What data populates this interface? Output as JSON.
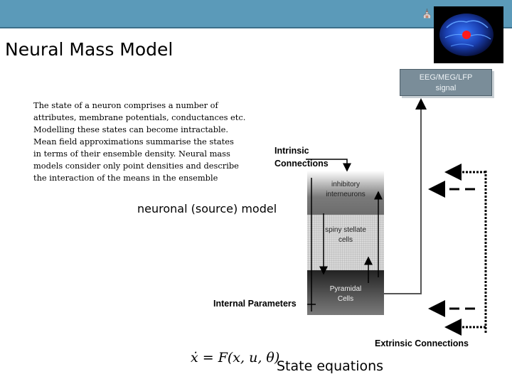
{
  "header": {
    "title": "Neural Mass Model",
    "logo_icon": "institution-icon",
    "brain_image": "brain-scan-with-red-source-icon"
  },
  "eeg_box": {
    "line1": "EEG/MEG/LFP",
    "line2": "signal"
  },
  "description": {
    "lines": [
      "The state of a neuron comprises a number of",
      "attributes, membrane potentials, conductances etc.",
      "Modelling these states can become intractable.",
      "Mean field approximations summarise the states",
      "in terms of their ensemble density. Neural mass",
      "models consider only point densities and describe",
      "the interaction of the means in the ensemble"
    ]
  },
  "labels": {
    "intrinsic_line1": "Intrinsic",
    "intrinsic_line2": "Connections",
    "neuronal_model": "neuronal (source) model",
    "internal_parameters": "Internal Parameters",
    "extrinsic_connections": "Extrinsic Connections",
    "state_equations": "State equations"
  },
  "populations": {
    "inhibitory": {
      "line1": "inhibitory",
      "line2": "interneurons"
    },
    "spiny": {
      "line1": "spiny stellate",
      "line2": "cells"
    },
    "pyramidal": {
      "line1": "Pyramidal",
      "line2": "Cells"
    }
  },
  "formula": {
    "text": "ẋ = F(x, u, θ)"
  }
}
